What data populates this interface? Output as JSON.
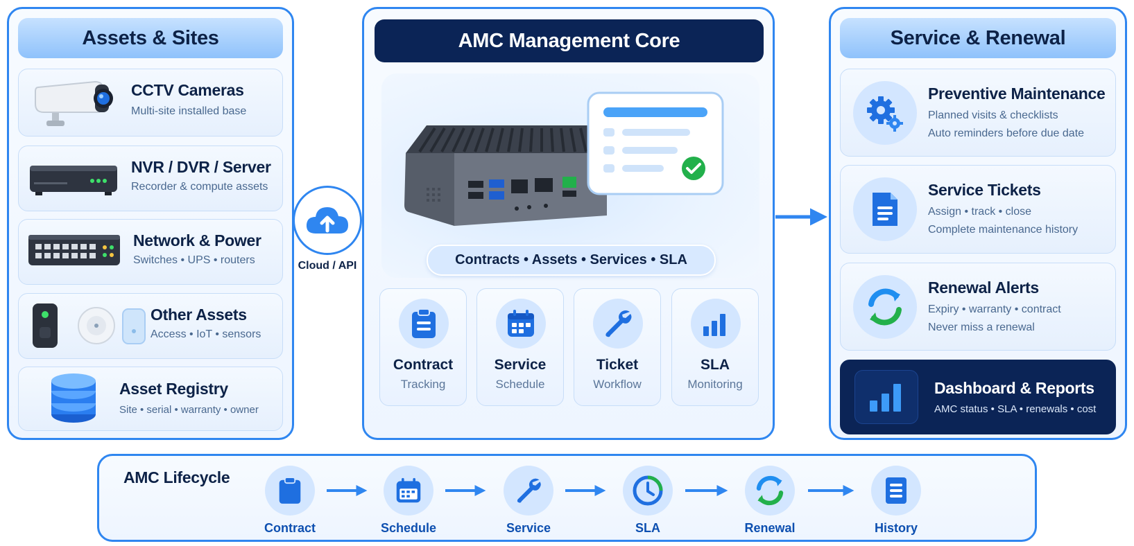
{
  "colors": {
    "accent": "#2f86f0",
    "navy": "#0b2456",
    "green": "#22b04b"
  },
  "left": {
    "title": "Assets & Sites",
    "cards": [
      {
        "title": "CCTV Cameras",
        "subtitle": "Multi-site installed base",
        "icon": "cctv-camera-icon"
      },
      {
        "title": "NVR / DVR / Server",
        "subtitle": "Recorder & compute assets",
        "icon": "nvr-device-icon"
      },
      {
        "title": "Network & Power",
        "subtitle": "Switches • UPS • routers",
        "icon": "network-switch-icon"
      },
      {
        "title": "Other Assets",
        "subtitle": "Access • IoT • sensors",
        "icon": "access-iot-sensors-icon"
      },
      {
        "title": "Asset Registry",
        "subtitle": "Site • serial • warranty • owner",
        "icon": "database-icon"
      }
    ]
  },
  "connector": {
    "label": "Cloud / API",
    "icon": "cloud-upload-icon"
  },
  "center": {
    "title": "AMC Management Core",
    "pill": "Contracts • Assets • Services • SLA",
    "modules": [
      {
        "title": "Contract",
        "subtitle": "Tracking",
        "icon": "clipboard-icon"
      },
      {
        "title": "Service",
        "subtitle": "Schedule",
        "icon": "calendar-icon"
      },
      {
        "title": "Ticket",
        "subtitle": "Workflow",
        "icon": "wrench-icon"
      },
      {
        "title": "SLA",
        "subtitle": "Monitoring",
        "icon": "bar-chart-icon"
      }
    ]
  },
  "right": {
    "title": "Service & Renewal",
    "cards": [
      {
        "title": "Preventive Maintenance",
        "line1": "Planned visits & checklists",
        "line2": "Auto reminders before due date",
        "icon": "gears-icon"
      },
      {
        "title": "Service Tickets",
        "line1": "Assign • track • close",
        "line2": "Complete maintenance history",
        "icon": "document-icon"
      },
      {
        "title": "Renewal Alerts",
        "line1": "Expiry • warranty • contract",
        "line2": "Never miss a renewal",
        "icon": "refresh-cycle-icon"
      },
      {
        "title": "Dashboard & Reports",
        "line1": "AMC status • SLA • renewals • cost",
        "icon": "bar-chart-icon"
      }
    ]
  },
  "lifecycle": {
    "title": "AMC Lifecycle",
    "steps": [
      {
        "label": "Contract",
        "icon": "clipboard-icon"
      },
      {
        "label": "Schedule",
        "icon": "calendar-icon"
      },
      {
        "label": "Service",
        "icon": "wrench-icon"
      },
      {
        "label": "SLA",
        "icon": "clock-icon"
      },
      {
        "label": "Renewal",
        "icon": "refresh-cycle-icon"
      },
      {
        "label": "History",
        "icon": "list-document-icon"
      }
    ]
  }
}
